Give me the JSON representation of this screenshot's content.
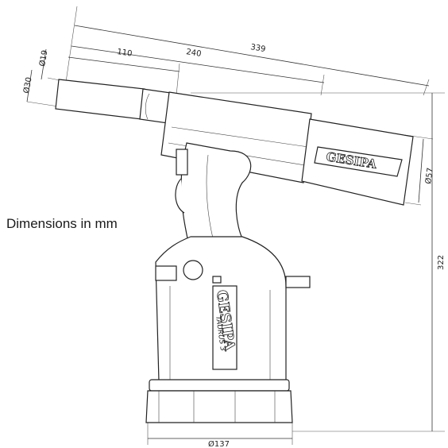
{
  "caption": "Dimensions in mm",
  "dimensions": {
    "length_total": "339",
    "length_mid": "240",
    "length_short": "110",
    "dia_nose": "Ø19",
    "dia_nosepiece": "Ø30",
    "dia_rear": "Ø57",
    "height": "322",
    "dia_base": "Ø137"
  },
  "branding": {
    "logo_rear": "GESIPA",
    "logo_body": "GESIPA",
    "model": "TAURUS 3"
  }
}
